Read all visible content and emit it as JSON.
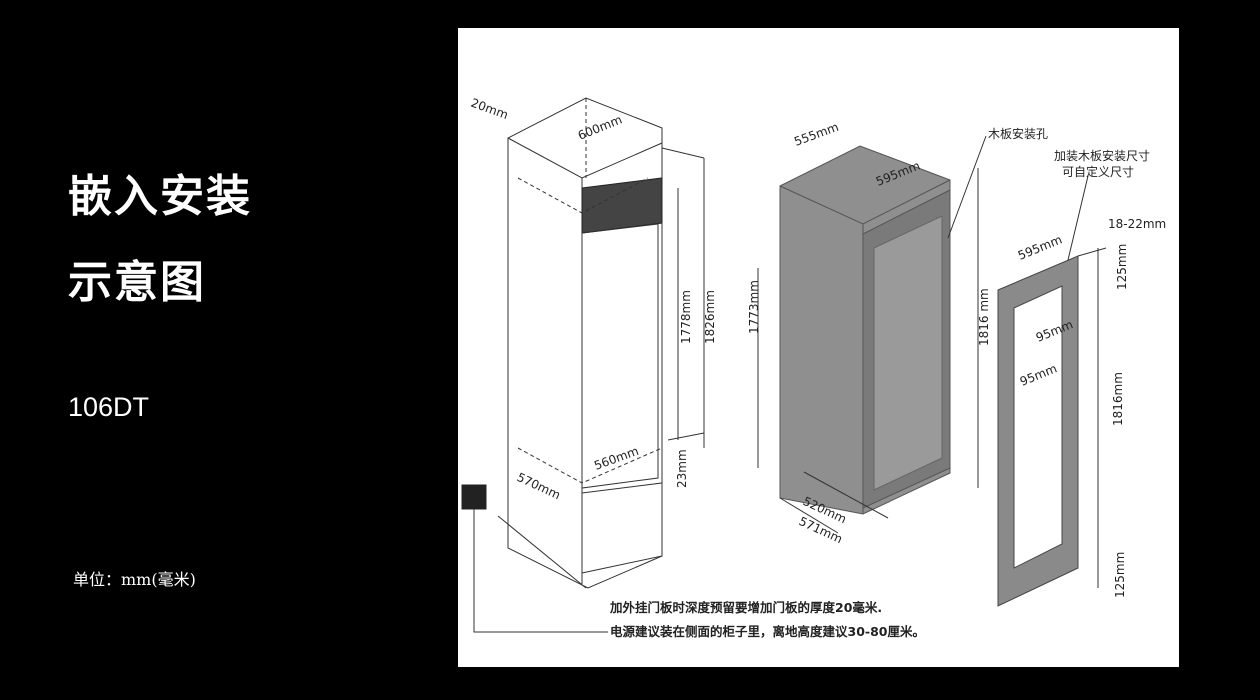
{
  "title": {
    "line1": "嵌入安装",
    "line2": "示意图"
  },
  "model": "106DT",
  "unit_note": "单位：mm(毫米)",
  "diagram": {
    "cabinet": {
      "top_gap": "20mm",
      "width": "600mm",
      "inner_height": "1778mm",
      "outer_height": "1826mm",
      "inner_width": "560mm",
      "depth": "570mm",
      "bottom_gap": "23mm"
    },
    "unit": {
      "width": "555mm",
      "door_width": "595mm",
      "height": "1773mm",
      "door_height": "1816 mm",
      "depth_body": "520mm",
      "depth_total": "571mm"
    },
    "panel": {
      "mount_holes_label": "木板安装孔",
      "custom_label_1": "加装木板安装尺寸",
      "custom_label_2": "可自定义尺寸",
      "thickness": "18-22mm",
      "width": "595mm",
      "top_margin": "125mm",
      "side_margin_1": "95mm",
      "side_margin_2": "95mm",
      "height": "1816mm",
      "bottom_margin": "125mm"
    },
    "notes": {
      "door_note": "加外挂门板时深度预留要增加门板的厚度20毫米.",
      "power_note": "电源建议装在侧面的柜子里，离地高度建议30-80厘米。"
    }
  }
}
